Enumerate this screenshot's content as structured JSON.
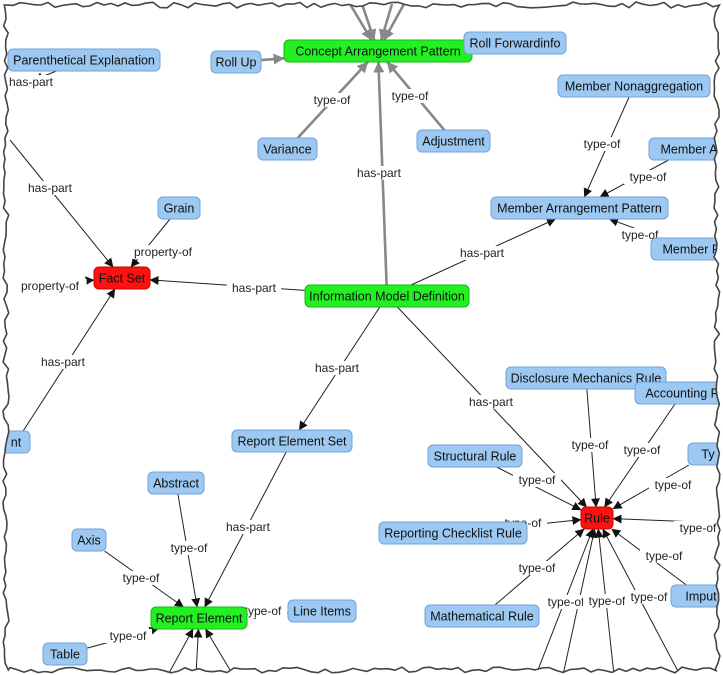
{
  "nodes": [
    {
      "id": "cap",
      "label": "Concept Arrangement Pattern",
      "kind": "green"
    },
    {
      "id": "imd",
      "label": "Information Model Definition",
      "kind": "green"
    },
    {
      "id": "re",
      "label": "Report Element",
      "kind": "green"
    },
    {
      "id": "fs",
      "label": "Fact Set",
      "kind": "red"
    },
    {
      "id": "rule",
      "label": "Rule",
      "kind": "red"
    },
    {
      "id": "pe",
      "label": "Parenthetical Explanation",
      "kind": "blue"
    },
    {
      "id": "rollup",
      "label": "Roll Up",
      "kind": "blue"
    },
    {
      "id": "rollfwd",
      "label": "Roll Forwardinfo",
      "kind": "blue"
    },
    {
      "id": "variance",
      "label": "Variance",
      "kind": "blue"
    },
    {
      "id": "adjust",
      "label": "Adjustment",
      "kind": "blue"
    },
    {
      "id": "mna",
      "label": "Member Nonaggregation",
      "kind": "blue"
    },
    {
      "id": "mema",
      "label": "Member A",
      "kind": "blue"
    },
    {
      "id": "memf",
      "label": "Member F",
      "kind": "blue"
    },
    {
      "id": "map",
      "label": "Member Arrangement Pattern",
      "kind": "blue"
    },
    {
      "id": "grain",
      "label": "Grain",
      "kind": "blue"
    },
    {
      "id": "res",
      "label": "Report Element Set",
      "kind": "blue"
    },
    {
      "id": "dmr",
      "label": "Disclosure Mechanics Rule",
      "kind": "blue"
    },
    {
      "id": "acct",
      "label": "Accounting R",
      "kind": "blue"
    },
    {
      "id": "ty",
      "label": "Ty",
      "kind": "blue"
    },
    {
      "id": "sr",
      "label": "Structural Rule",
      "kind": "blue"
    },
    {
      "id": "rcr",
      "label": "Reporting Checklist Rule",
      "kind": "blue"
    },
    {
      "id": "mr",
      "label": "Mathematical Rule",
      "kind": "blue"
    },
    {
      "id": "imput",
      "label": "Imput",
      "kind": "blue"
    },
    {
      "id": "abstract",
      "label": "Abstract",
      "kind": "blue"
    },
    {
      "id": "axis",
      "label": "Axis",
      "kind": "blue"
    },
    {
      "id": "li",
      "label": "Line Items",
      "kind": "blue"
    },
    {
      "id": "table",
      "label": "Table",
      "kind": "blue"
    },
    {
      "id": "nt",
      "label": "nt",
      "kind": "blue"
    }
  ],
  "edges": [
    {
      "from": "rollup",
      "to": "cap",
      "label": "",
      "heavy": true
    },
    {
      "from": "variance",
      "to": "cap",
      "label": "type-of",
      "heavy": true
    },
    {
      "from": "adjust",
      "to": "cap",
      "label": "type-of",
      "heavy": true
    },
    {
      "from": "imd",
      "to": "cap",
      "label": "has-part",
      "heavy": true
    },
    {
      "from": "top1",
      "to": "cap",
      "label": "",
      "heavy": true
    },
    {
      "from": "top2",
      "to": "cap",
      "label": "",
      "heavy": true
    },
    {
      "from": "top3",
      "to": "cap",
      "label": "",
      "heavy": true
    },
    {
      "from": "top4",
      "to": "cap",
      "label": "",
      "heavy": true
    },
    {
      "from": "pe",
      "to": "pel",
      "label": "has-part",
      "heavy": false
    },
    {
      "from": "mna",
      "to": "map",
      "label": "type-of",
      "heavy": false
    },
    {
      "from": "mema",
      "to": "map",
      "label": "type-of",
      "heavy": false
    },
    {
      "from": "memf",
      "to": "map",
      "label": "type-of",
      "heavy": false
    },
    {
      "from": "imd",
      "to": "map",
      "label": "has-part",
      "heavy": false
    },
    {
      "from": "grain",
      "to": "fs",
      "label": "property-of",
      "heavy": false
    },
    {
      "from": "lfs",
      "to": "fs",
      "label": "property-of",
      "heavy": false
    },
    {
      "from": "topfs",
      "to": "fs",
      "label": "has-part",
      "heavy": false
    },
    {
      "from": "imd",
      "to": "fs",
      "label": "has-part",
      "heavy": false
    },
    {
      "from": "nt",
      "to": "fs",
      "label": "has-part",
      "heavy": false
    },
    {
      "from": "imd",
      "to": "res",
      "label": "has-part",
      "heavy": false
    },
    {
      "from": "imd",
      "to": "rule",
      "label": "has-part",
      "heavy": false
    },
    {
      "from": "dmr",
      "to": "rule",
      "label": "type-of",
      "heavy": false
    },
    {
      "from": "acct",
      "to": "rule",
      "label": "type-of",
      "heavy": false
    },
    {
      "from": "ty",
      "to": "rule",
      "label": "type-of",
      "heavy": false
    },
    {
      "from": "sr",
      "to": "rule",
      "label": "type-of",
      "heavy": false
    },
    {
      "from": "rcr",
      "to": "rule",
      "label": "type-of",
      "heavy": false
    },
    {
      "from": "r1",
      "to": "rule",
      "label": "type-of",
      "heavy": false
    },
    {
      "from": "mr",
      "to": "rule",
      "label": "type-of",
      "heavy": false
    },
    {
      "from": "imput",
      "to": "rule",
      "label": "type-of",
      "heavy": false
    },
    {
      "from": "b1",
      "to": "rule",
      "label": "type-of",
      "heavy": false
    },
    {
      "from": "b2",
      "to": "rule",
      "label": "type-of",
      "heavy": false
    },
    {
      "from": "b3",
      "to": "rule",
      "label": "type-of",
      "heavy": false
    },
    {
      "from": "b4",
      "to": "rule",
      "label": "",
      "heavy": false
    },
    {
      "from": "res",
      "to": "re",
      "label": "has-part",
      "heavy": false
    },
    {
      "from": "abstract",
      "to": "re",
      "label": "type-of",
      "heavy": false
    },
    {
      "from": "axis",
      "to": "re",
      "label": "type-of",
      "heavy": false
    },
    {
      "from": "li",
      "to": "re",
      "label": "type-of",
      "heavy": false
    },
    {
      "from": "table",
      "to": "re",
      "label": "type-of",
      "heavy": false
    },
    {
      "from": "c1",
      "to": "re",
      "label": "",
      "heavy": false
    },
    {
      "from": "c2",
      "to": "re",
      "label": "",
      "heavy": false
    },
    {
      "from": "c3",
      "to": "re",
      "label": "",
      "heavy": false
    }
  ]
}
